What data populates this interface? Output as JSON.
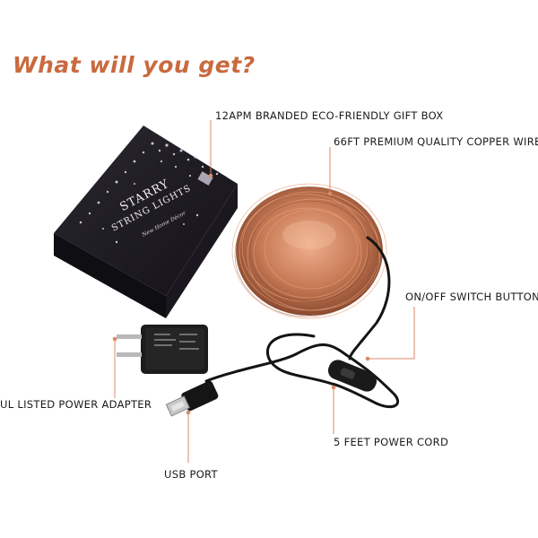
{
  "headline": "What will you get?",
  "labels": {
    "gift_box": "12APM BRANDED ECO-FRIENDLY GIFT BOX",
    "copper_wire": "66FT PREMIUM QUALITY COPPER WIRE",
    "switch": "ON/OFF SWITCH BUTTON",
    "adapter": "UL LISTED POWER ADAPTER",
    "cord": "5 FEET POWER CORD",
    "usb": "USB PORT"
  },
  "box": {
    "title_line1": "STARRY",
    "title_line2": "STRING LIGHTS",
    "brand": "New Home Décor"
  },
  "colors": {
    "accent": "#c96a3f",
    "leader": "#d98a66",
    "box": "#1d1b22",
    "copper": "#c77a55"
  }
}
